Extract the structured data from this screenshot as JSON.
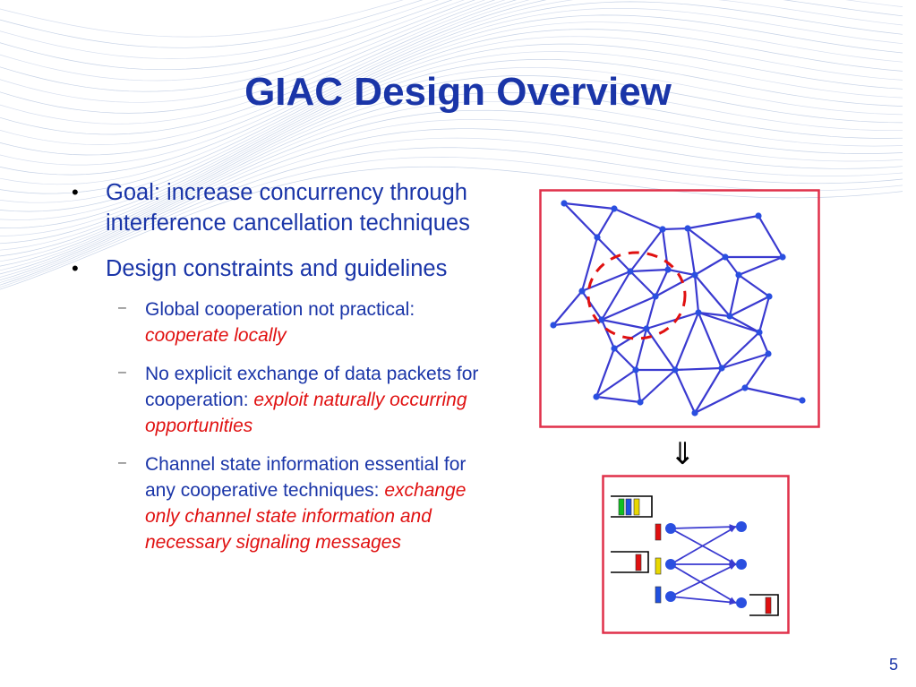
{
  "slide": {
    "title": "GIAC Design Overview",
    "page_number": "5"
  },
  "bullets": [
    {
      "text": "Goal: increase concurrency through interference cancellation techniques",
      "sub": []
    },
    {
      "text": " Design constraints and guidelines",
      "sub": [
        {
          "text": "Global cooperation not practical: ",
          "emphasis": "cooperate locally"
        },
        {
          "text": "No explicit exchange of data packets for cooperation: ",
          "emphasis": "exploit naturally occurring opportunities"
        },
        {
          "text": "Channel state information essential for any cooperative techniques: ",
          "emphasis": "exchange only channel state information and necessary signaling messages"
        }
      ]
    }
  ],
  "bullet_glyphs": {
    "level1": "•",
    "level2": "–"
  },
  "arrow_symbol": "⇓",
  "colors": {
    "title": "#1a35a8",
    "text": "#1a35a8",
    "emphasis": "#e01010",
    "frame": "#e0304a",
    "edge": "#3a3ad0",
    "node": "#2a4fe0",
    "packet_green": "#10c020",
    "packet_blue": "#2050e0",
    "packet_yellow": "#e8d800",
    "packet_red": "#e01010"
  }
}
